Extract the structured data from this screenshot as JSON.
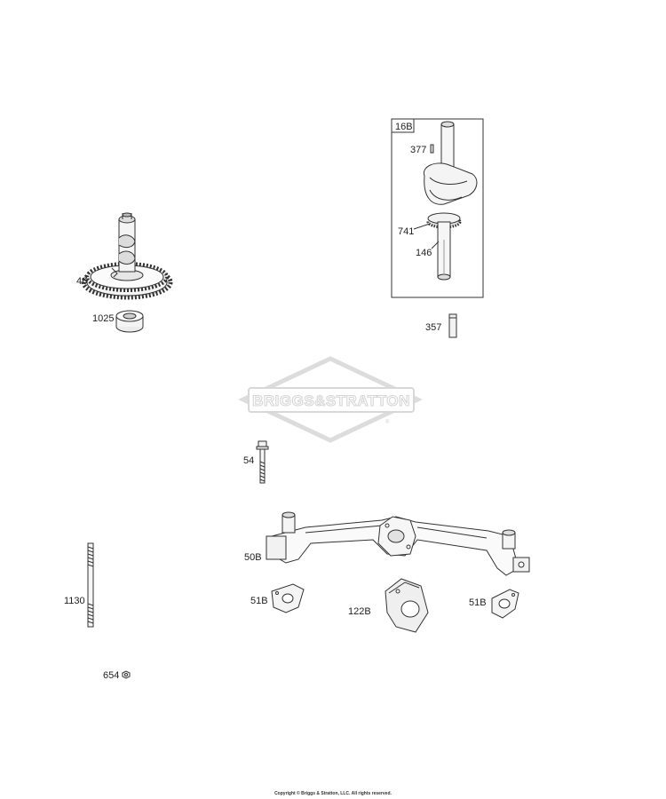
{
  "watermark": {
    "brand": "BRIGGS&STRATTON",
    "mark": "®"
  },
  "footer": {
    "copyright": "Copyright © Briggs & Stratton, LLC. All rights reserved."
  },
  "callout_box": {
    "label": "16B"
  },
  "part_labels": {
    "camshaft": "46",
    "camshaft_spacer": "1025",
    "crankshaft_key_377": "377",
    "crank_gear": "741",
    "crankshaft": "146",
    "key_357": "357",
    "bolt": "54",
    "manifold": "50B",
    "gasket_left": "51B",
    "gasket_center": "122B",
    "gasket_right": "51B",
    "stud": "1130",
    "nut": "654"
  }
}
